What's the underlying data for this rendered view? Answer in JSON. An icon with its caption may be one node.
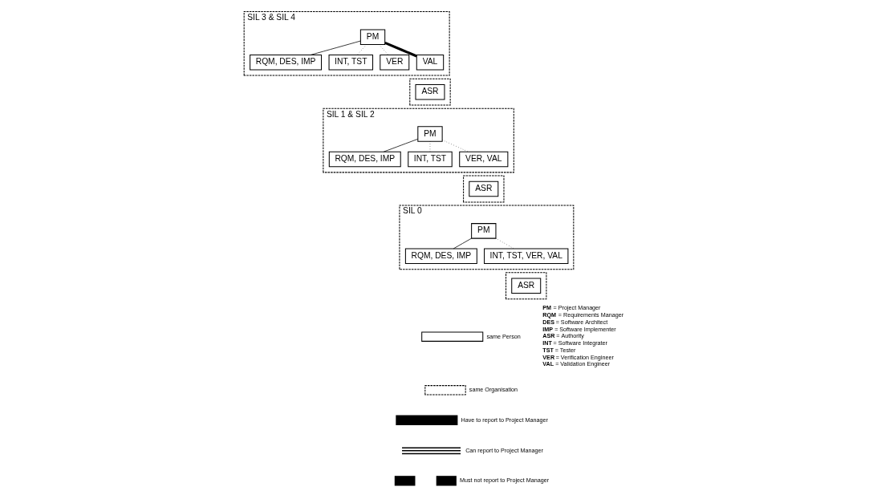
{
  "diagram": {
    "nodes": [
      {
        "text": [
          "SIL 3 & SIL 4"
        ]
      },
      {
        "text": [
          "PM"
        ],
        "in": 0
      },
      {
        "text": [
          "RQM, DES, IMP"
        ],
        "in": 0
      },
      {
        "text": [
          "INT, TST"
        ],
        "in": 0
      },
      {
        "text": [
          "VER"
        ],
        "in": 0
      },
      {
        "text": [
          "VAL"
        ],
        "in": 0
      },
      {
        "text": [],
        "shape": "box"
      },
      {
        "text": [
          "ASR"
        ],
        "in": 6
      },
      {
        "text": [
          "SIL 1 & SIL 2"
        ]
      },
      {
        "text": [
          "PM"
        ],
        "in": 8
      },
      {
        "text": [
          "RQM, DES, IMP"
        ],
        "in": 8
      },
      {
        "text": [
          "INT, TST"
        ],
        "in": 8
      },
      {
        "text": [
          "VER, VAL"
        ],
        "in": 8
      },
      {
        "text": [],
        "shape": "box"
      },
      {
        "text": [
          "ASR"
        ],
        "in": 13
      },
      {
        "text": [
          "SIL 0"
        ]
      },
      {
        "text": [
          "PM"
        ],
        "in": 15
      },
      {
        "text": [
          "RQM, DES, IMP"
        ],
        "in": 15
      },
      {
        "text": [
          "INT, TST, VER, VAL"
        ],
        "in": 15
      },
      {
        "text": [],
        "shape": "box"
      },
      {
        "text": [
          "ASR"
        ],
        "in": 19
      }
    ],
    "edges": [
      {
        "from": 1,
        "to": 2,
        "arrow": "none"
      },
      {
        "from": 1,
        "to": 3,
        "arrow": "none",
        "style": "dashed"
      },
      {
        "from": 1,
        "to": 4,
        "arrow": "none",
        "style": "dashed"
      },
      {
        "from": 1,
        "to": 5,
        "arrow": "none",
        "style": "thick"
      },
      {
        "from": 9,
        "to": 10,
        "arrow": "none"
      },
      {
        "from": 9,
        "to": 11,
        "arrow": "none",
        "style": "dashed"
      },
      {
        "from": 9,
        "to": 12,
        "arrow": "none",
        "style": "dashed"
      },
      {
        "from": 16,
        "to": 17,
        "arrow": "none"
      },
      {
        "from": 16,
        "to": 18,
        "arrow": "none",
        "style": "dashed"
      }
    ],
    "labels": [
      "**PM** = Project Manager",
      "**RQM** = Requirements Manager",
      "**DES** = Software Architect",
      "**IMP** = Software Implementer",
      "**ASR** = Authority",
      "**INT** = Software Integrater",
      "**TST** = Tester",
      "**VER** = Verification Engineer",
      "**VAL** = Validation Engineer"
    ],
    "legend": [
      {
        "text": "same Person"
      },
      {
        "text": "same Organisation"
      },
      {
        "text": "Have to report to Project Manager"
      },
      {
        "text": "Can report to Project Manager"
      },
      {
        "text": "Must not report to Project Manager"
      }
    ]
  }
}
